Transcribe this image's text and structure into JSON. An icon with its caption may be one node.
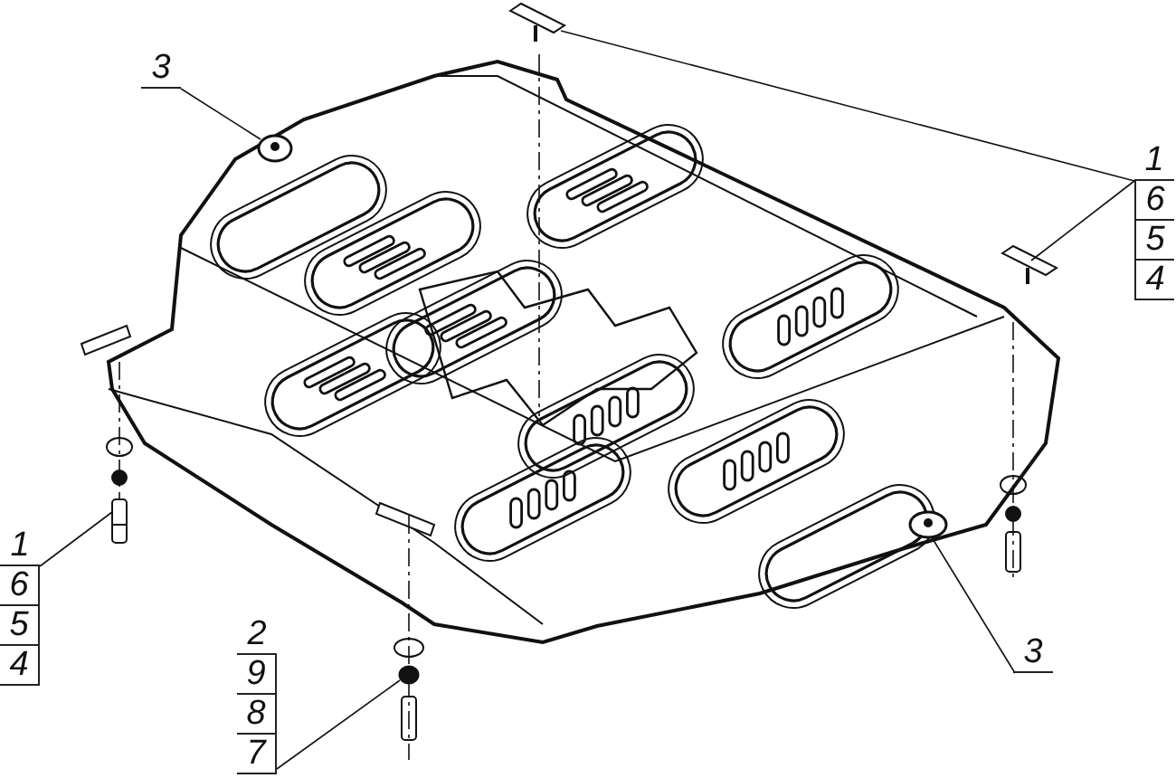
{
  "diagram": {
    "nodes": [
      {
        "text": [
          "3"
        ]
      },
      {
        "text": [],
        "shape": "circle"
      },
      {
        "text": [
          "1",
          "6",
          "5",
          "4"
        ]
      },
      {
        "text": [],
        "shape": "picture"
      },
      {
        "text": [],
        "shape": "picture"
      },
      {
        "text": [
          "1",
          "6",
          "5",
          "4"
        ]
      },
      {
        "text": [],
        "shape": "picture"
      },
      {
        "text": [
          "2",
          "9",
          "8",
          "7"
        ]
      },
      {
        "text": [],
        "shape": "circle"
      },
      {
        "text": [
          "3"
        ]
      },
      {
        "text": [],
        "shape": "circle"
      }
    ],
    "edges": [
      {
        "from": 0,
        "to": 1,
        "arrow": "none"
      },
      {
        "from": 2,
        "to": 3,
        "arrow": "none"
      },
      {
        "from": 2,
        "to": 4,
        "arrow": "none"
      },
      {
        "from": 5,
        "to": 6,
        "arrow": "none"
      },
      {
        "from": 7,
        "to": 8,
        "arrow": "none"
      },
      {
        "from": 9,
        "to": 10,
        "arrow": "none"
      }
    ]
  }
}
